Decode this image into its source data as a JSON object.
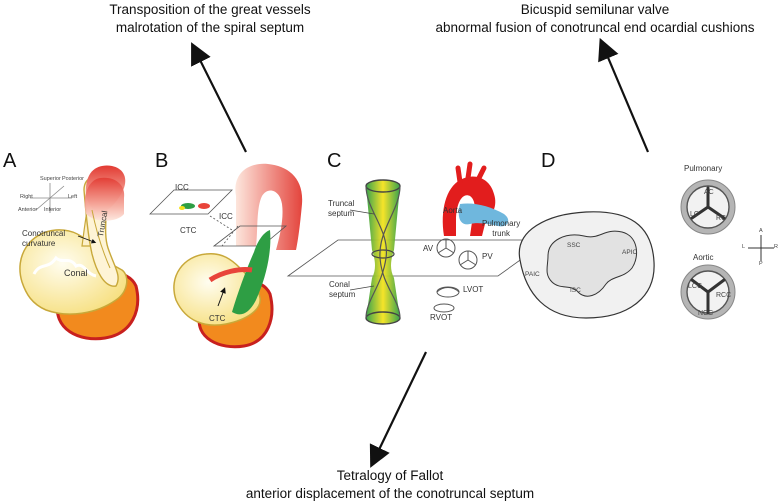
{
  "captions": {
    "top_left": [
      "Transposition of the great vessels",
      "malrotation of the spiral septum"
    ],
    "top_right": [
      "Bicuspid semilunar valve",
      "abnormal fusion of conotruncal end ocardial cushions"
    ],
    "bottom": [
      "Tetralogy of Fallot",
      "anterior displacement of the conotruncal septum"
    ]
  },
  "panels": {
    "a": {
      "letter": "A",
      "axes": {
        "superior": "Superior",
        "posterior": "Posterior",
        "right": "Right",
        "left": "Left",
        "anterior": "Anterior",
        "inferior": "Inferior"
      },
      "curvature_label": [
        "Conotruncal",
        "curvature"
      ],
      "truncal": "Truncal",
      "conal": "Conal"
    },
    "b": {
      "letter": "B",
      "icc_top": "ICC",
      "ctc_top": "CTC",
      "icc_mid": "ICC",
      "ctc_bottom": "CTC"
    },
    "c": {
      "letter": "C",
      "truncal_septum": [
        "Truncal",
        "septum"
      ],
      "conal_septum": [
        "Conal",
        "septum"
      ],
      "aorta": "Aorta",
      "pulmonary_trunk": [
        "Pulmonary",
        "trunk"
      ],
      "av": "AV",
      "pv": "PV",
      "lvot": "LVOT",
      "rvot": "RVOT"
    },
    "d": {
      "letter": "D",
      "ssc": "SSC",
      "apic": "APIC",
      "paic": "PAIC",
      "isc": "ISC",
      "pulmonary": "Pulmonary",
      "ac": "AC",
      "lc": "LC",
      "rc": "RC",
      "aortic": "Aortic",
      "lcc": "LCC",
      "rcc": "RCC",
      "ncc": "NCC",
      "compass": {
        "a": "A",
        "l": "L",
        "r": "R",
        "p": "P"
      }
    }
  },
  "colors": {
    "outflow_red": "#e8443a",
    "ventricle_orange": "#f28a1e",
    "ventricle_yellow": "#fbe9a8",
    "septum_green": "#2e9e44",
    "septum_yellow": "#f5e21e",
    "aorta_red": "#e21d1d",
    "pulmonary_blue": "#6fb7dd",
    "valve_grey": "#9a9a9a"
  }
}
